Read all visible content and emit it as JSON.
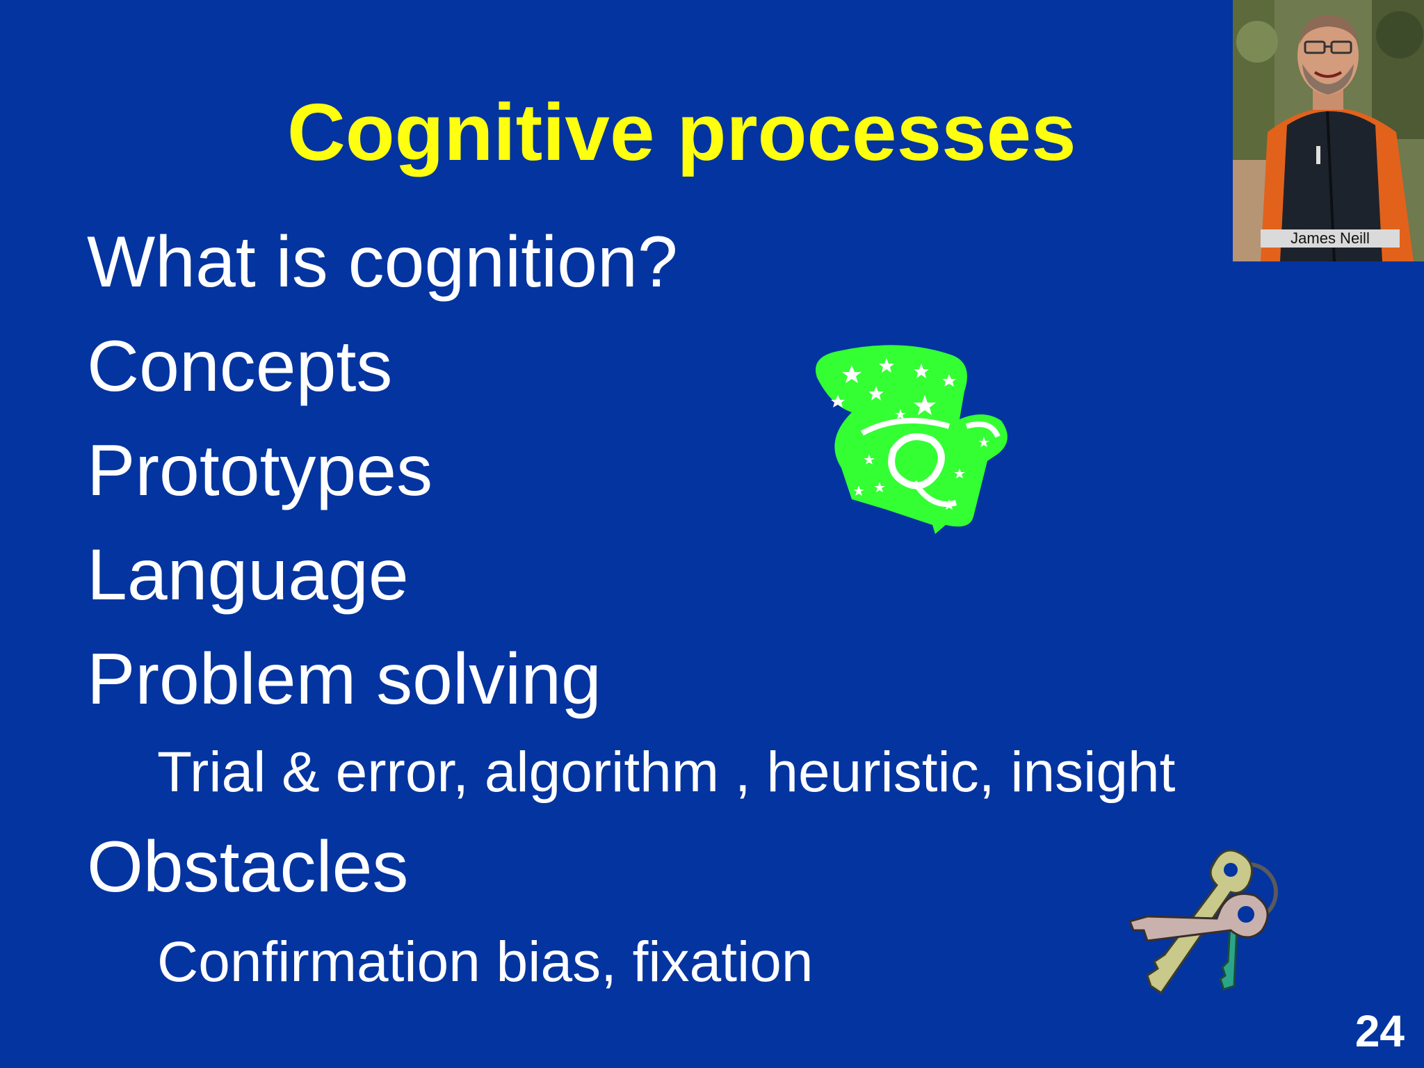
{
  "slide": {
    "title": "Cognitive processes",
    "items": [
      {
        "text": "What is cognition?",
        "level": 1
      },
      {
        "text": "Concepts",
        "level": 1
      },
      {
        "text": "Prototypes",
        "level": 1
      },
      {
        "text": "Language",
        "level": 1
      },
      {
        "text": "Problem solving",
        "level": 1
      },
      {
        "text": "Trial & error, algorithm , heuristic, insight",
        "level": 2
      },
      {
        "text": "Obstacles",
        "level": 1
      },
      {
        "text": "Confirmation bias, fixation",
        "level": 2
      }
    ],
    "page_number": "24"
  },
  "presenter": {
    "name": "James Neill",
    "icon": "presenter-photo"
  },
  "clipart": {
    "armchair_icon": "armchair-icon",
    "keys_icon": "keys-icon"
  },
  "colors": {
    "background": "#0434a0",
    "title": "#ffff10",
    "text": "#ffffff",
    "armchair": "#33ff33"
  }
}
